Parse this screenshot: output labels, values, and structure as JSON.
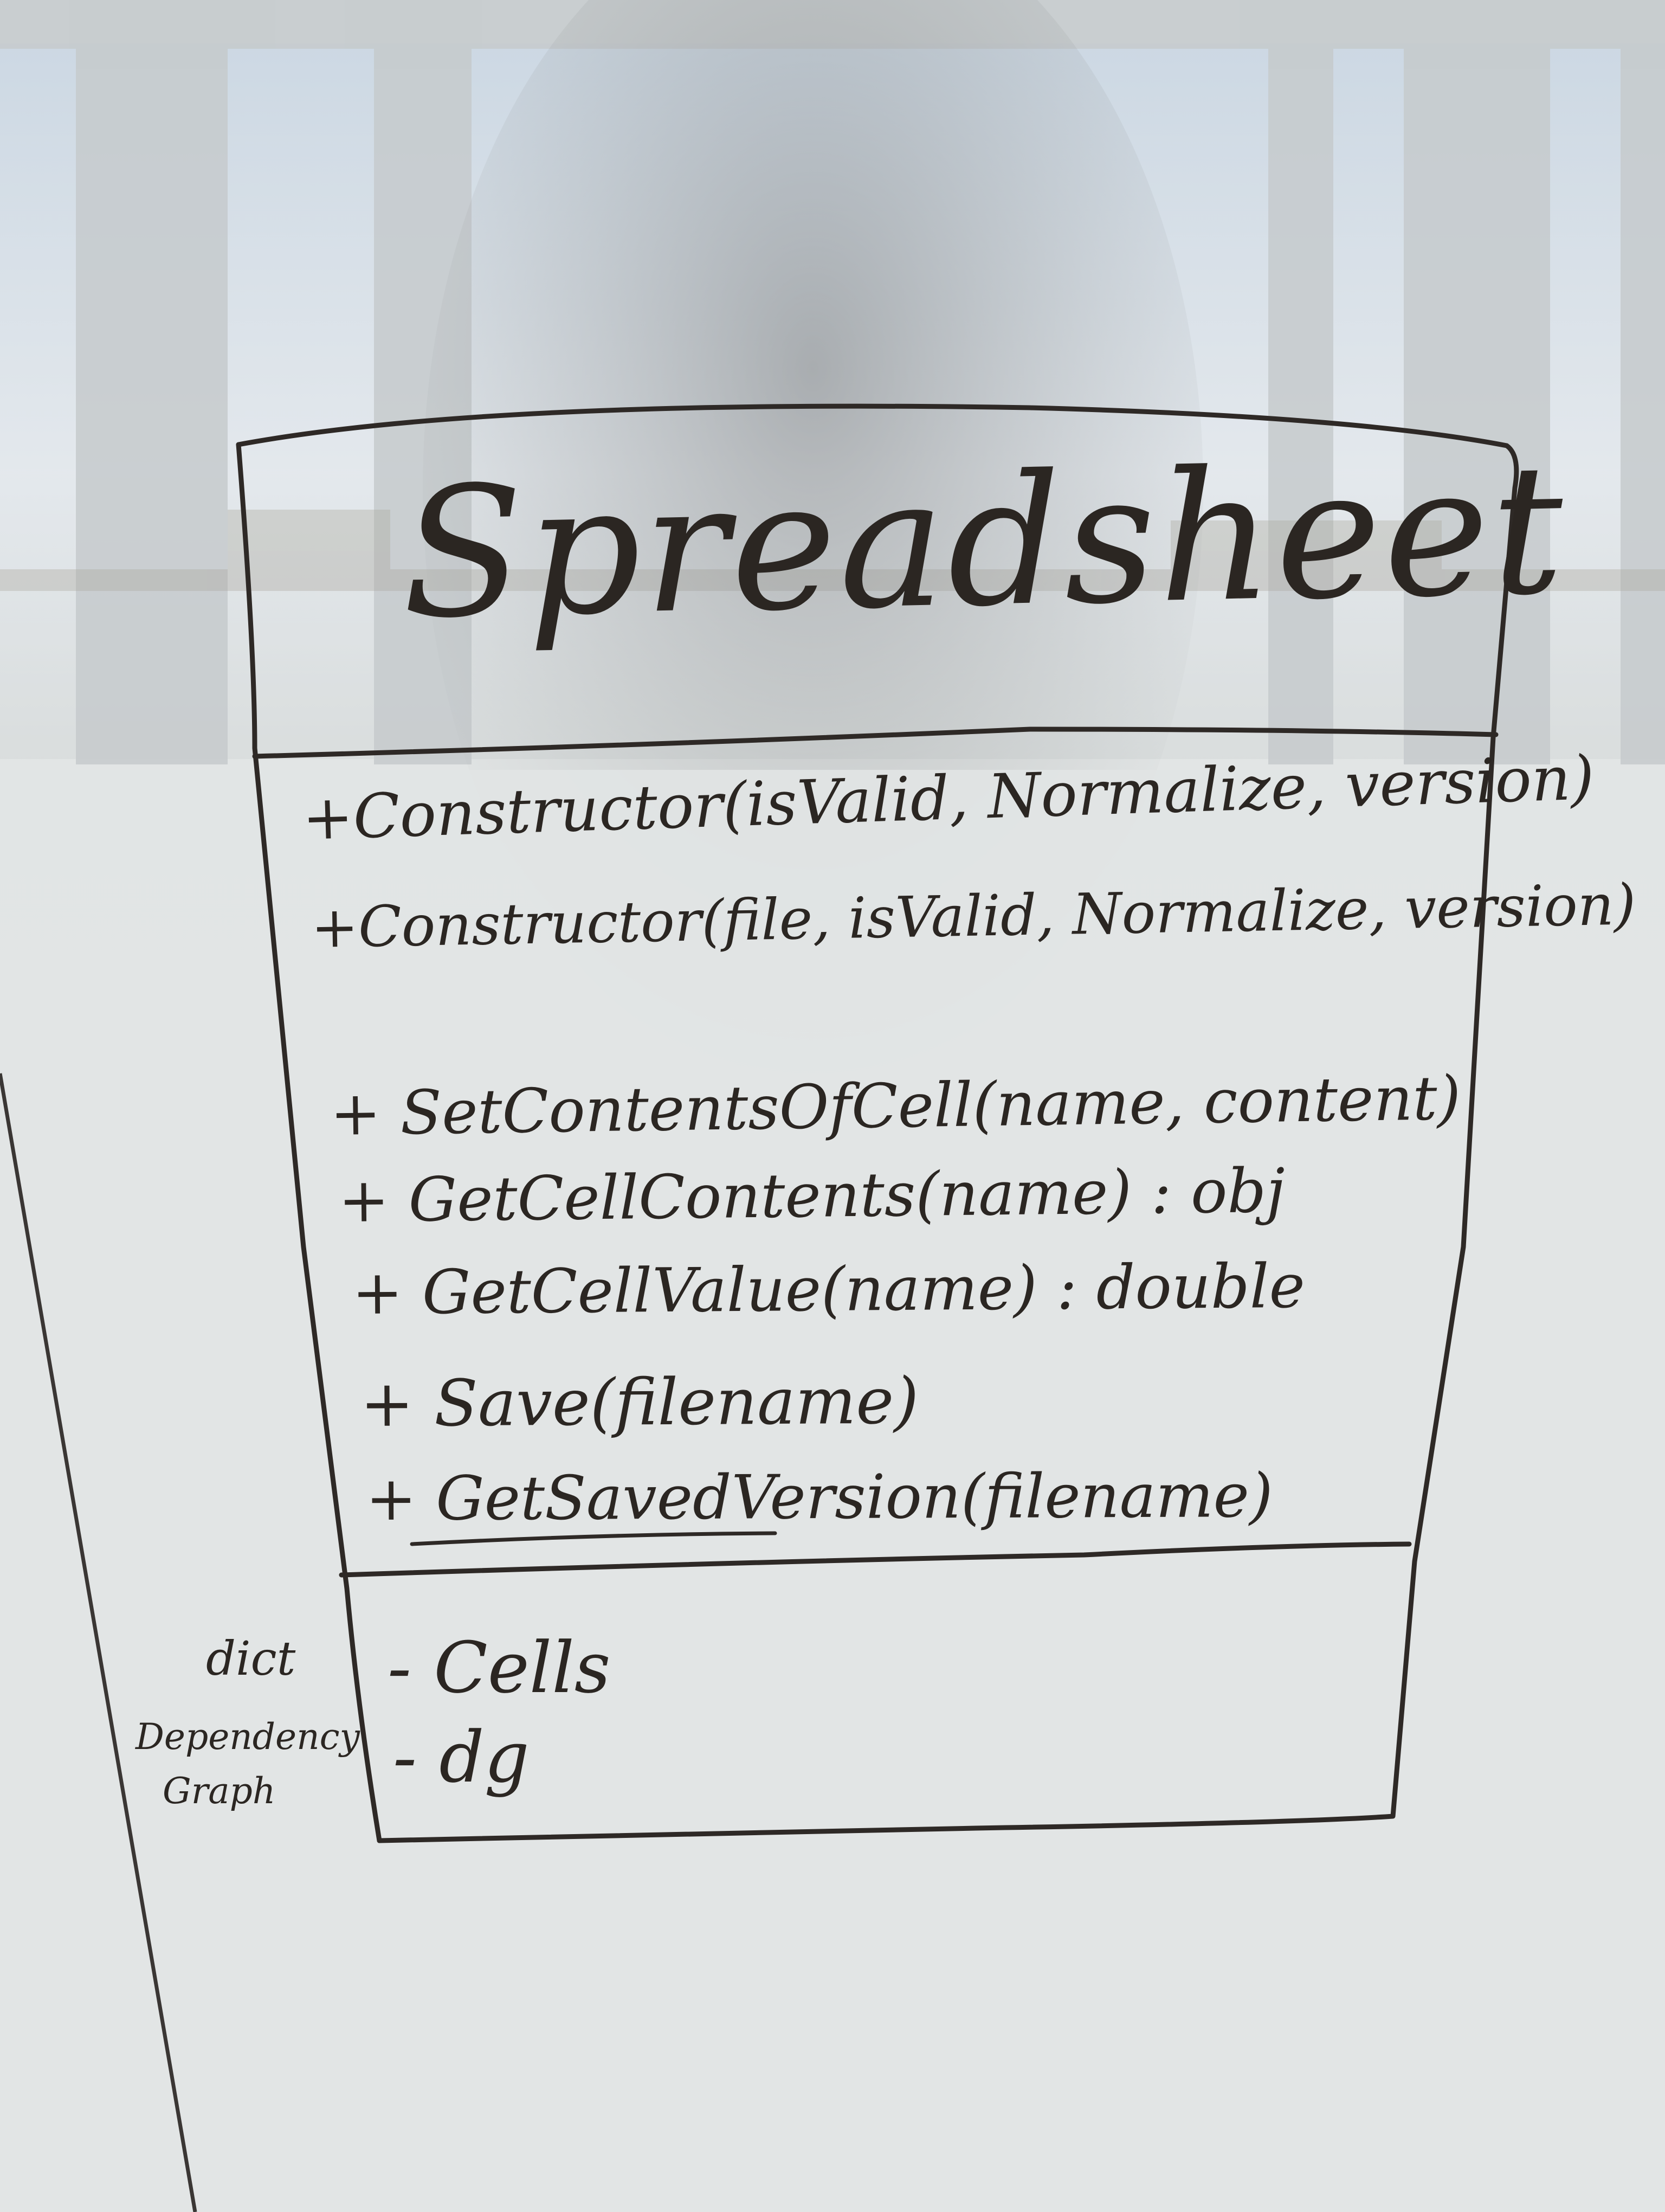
{
  "diagram": {
    "class_name": "Spreadsheet",
    "operations": [
      "+Constructor(isValid, Normalize, version)",
      "+Constructor(file, isValid, Normalize, version)",
      "+ SetContentsOfCell(name, content)",
      "+ GetCellContents(name) : obj",
      "+ GetCellValue(name) : double",
      "+ Save(filename)",
      "+ GetSavedVersion(filename)"
    ],
    "fields": [
      "- Cells",
      "- dg"
    ],
    "margin_notes": [
      "dict",
      "Dependency",
      "Graph"
    ]
  },
  "colors": {
    "whiteboard": "#e3e6e6",
    "marker_ink": "#2b2622",
    "window_sky": "#dfe7ee",
    "window_frame": "#c2c7c9"
  }
}
